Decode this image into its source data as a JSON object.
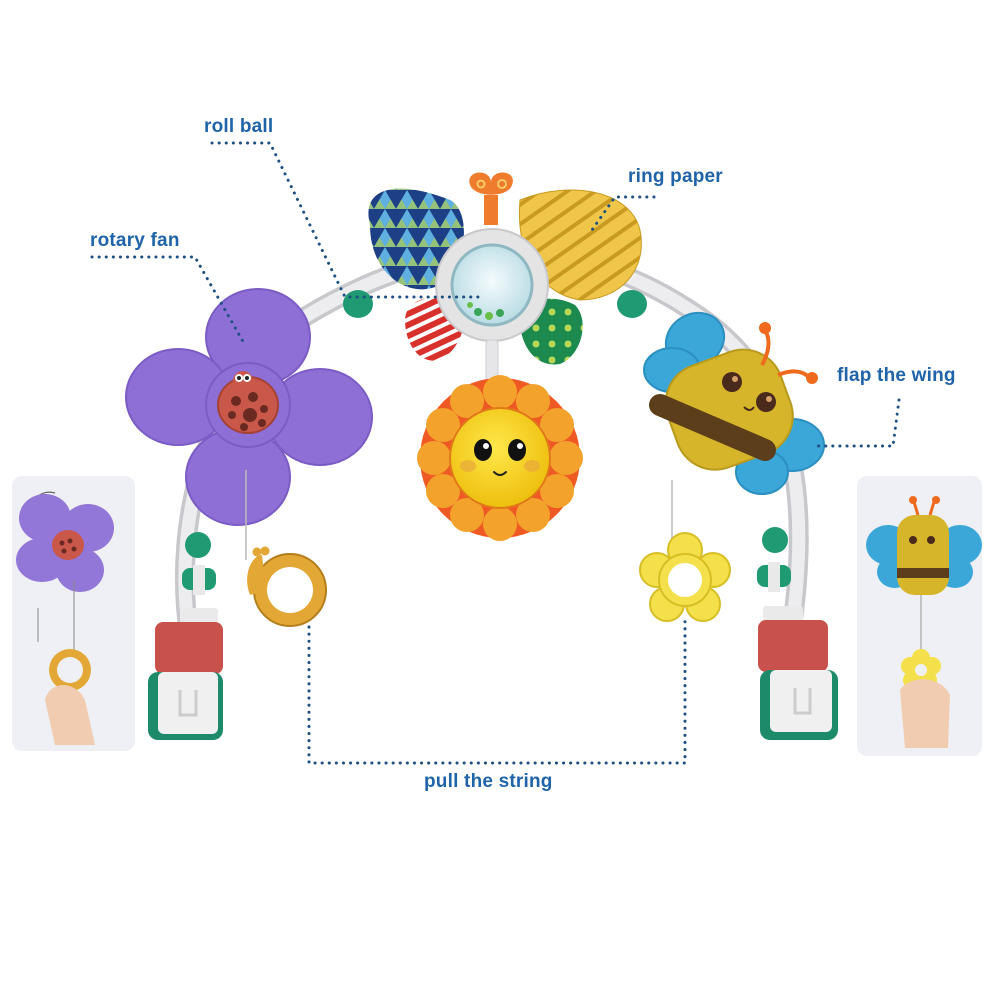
{
  "labels": {
    "roll_ball": "roll ball",
    "ring_paper": "ring paper",
    "rotary_fan": "rotary fan",
    "flap_the_wing": "flap the wing",
    "pull_the_string": "pull the string"
  },
  "colors": {
    "label_text": "#1f63a8",
    "leader_dots": "#1d4f80",
    "fan_purple": "#8d6fd6",
    "ladybug": "#c9574a",
    "bee_yellow": "#d6b52a",
    "bee_wing": "#3aa7d8",
    "sun_yellow": "#f5d324",
    "sun_petal_orange": "#ef5a24",
    "snail_ring": "#e3a735",
    "flower_teether": "#f4e04a",
    "clip_red": "#c9514b",
    "clip_green": "#1d8a6a",
    "joint_green": "#1f9a73",
    "arch_white": "#e8e8ea",
    "inset_bg": "#eff0f5"
  },
  "parts": {
    "center_hub": "roll-ball rattle",
    "left_toy": "purple fan with ladybug",
    "center_hanging": "smiling sun flower",
    "right_toy": "bee with blue wings",
    "left_pull": "snail ring",
    "right_pull": "flower teether",
    "ends": "stroller clips"
  },
  "insets": {
    "left": "fan spinning demo with hand pulling snail ring",
    "right": "bee flapping demo with hand pulling flower teether"
  }
}
